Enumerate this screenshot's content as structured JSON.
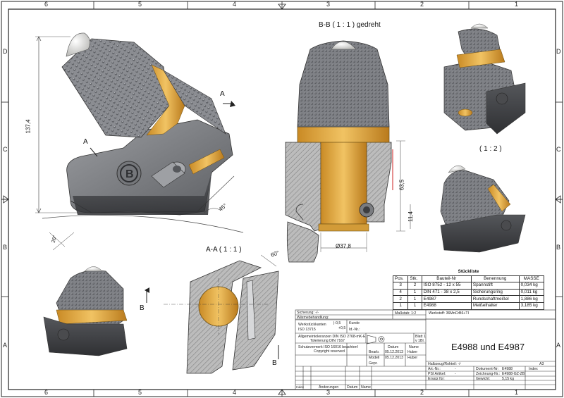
{
  "zones": {
    "columns": [
      "6",
      "5",
      "4",
      "3",
      "2",
      "1"
    ],
    "rows": [
      "D",
      "C",
      "B",
      "A"
    ]
  },
  "views": {
    "section_bb_title": "B-B ( 1 : 1 ) gedreht",
    "section_aa_title": "A-A ( 1 : 1 )",
    "scale_12": "( 1 : 2 )",
    "cut_a": "A",
    "cut_b": "B"
  },
  "dimensions": {
    "height_1374": "137,4",
    "angle_45": "45°",
    "angle_26": "26°",
    "dim_635": "63,5",
    "dim_114": "11,4",
    "dia_378": "Ø37,8",
    "angle_60": "60°"
  },
  "colors": {
    "sheet_border": "#222222",
    "steel_gray": "#8a8c90",
    "carbide": "#d9d9d6",
    "collar_gold": "#e7ad3f",
    "section_hatch": "#9a9a9a"
  },
  "parts_list": {
    "caption": "Stückliste",
    "headers": [
      "Pos.",
      "Stk.",
      "Bauteil-Nr",
      "Benennung",
      "MASSE"
    ],
    "rows": [
      [
        "3",
        "2",
        "ISO 8752 - 12 x 55",
        "Spannstift",
        "0,034 kg"
      ],
      [
        "4",
        "1",
        "DIN 471 - 38 x 2,5",
        "Sicherungsring",
        "0,011 kg"
      ],
      [
        "2",
        "1",
        "E4987",
        "Rundschaftmeißel",
        "1,886 kg"
      ],
      [
        "1",
        "1",
        "E4988",
        "Meißelhalter",
        "3,185 kg"
      ]
    ]
  },
  "title_block": {
    "massstab": "Maßstab: 1:2",
    "werkstoff": "Werkstoff: 36MnCrB6+TI",
    "sicherung": "Sicherung: -/-",
    "waermebehandlung": "Wärmebehandlung:",
    "werkstueckkanten": "Werkstückkanten",
    "iso13715": "ISO 13715",
    "edge_minus": "|-0,5",
    "edge_plus": "+0,5",
    "allgemeintoleranzen": "Allgemeintoleranzen DIN ISO 2768-mK-E",
    "tolerierung": "Tolerierung DIN 7167",
    "schutzvermerk": "Schutzvermerk ISO 16016 beachten!",
    "copyright": "Copyright reserved",
    "kunde": "Kunde",
    "idnr": "Id.-Nr.:",
    "blatt": "Blatt 1",
    "blatt_von": "v  1",
    "bl": "Bl.",
    "datum": "Datum",
    "name": "Name",
    "bearb": "Bearb.",
    "bearb_date": "05.12.2013",
    "bearb_name": "Huber",
    "modell": "Modell",
    "modell_date": "05.12.2013",
    "modell_name": "Huber",
    "gepr": "Gepr.",
    "main_title": "E4988 und E4987",
    "halbzeug": "Halbzeug/Rohteil: -/-",
    "art_nr": "Art.-Nr.:",
    "art_nr_val": "-",
    "psi_artikel": "PSI Artikel:",
    "psi_artikel_val": "-",
    "ersatz_fuer": "Ersatz für:",
    "dokument_nr": "Dokument-Nr:",
    "dokument_nr_val": "E4988",
    "zeichnung_nr": "Zeichnung-Nr.:",
    "zeichnung_nr_val": "E4988-GZ-ZB",
    "gewicht": "Gewicht:",
    "gewicht_val": "5,15 kg",
    "format": "A3",
    "index": "Index",
    "rev_cols": [
      "Index",
      "Änderungen",
      "Datum",
      "Name"
    ]
  }
}
